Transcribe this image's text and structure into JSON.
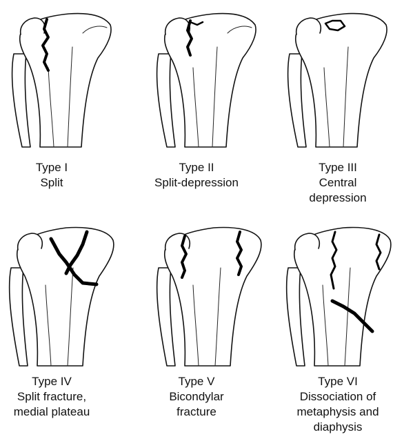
{
  "types": [
    {
      "title": "Type I",
      "lines": [
        "Split"
      ]
    },
    {
      "title": "Type II",
      "lines": [
        "Split-depression"
      ]
    },
    {
      "title": "Type III",
      "lines": [
        "Central",
        "depression"
      ]
    },
    {
      "title": "Type IV",
      "lines": [
        "Split fracture,",
        "medial plateau"
      ]
    },
    {
      "title": "Type V",
      "lines": [
        "Bicondylar",
        "fracture"
      ]
    },
    {
      "title": "Type VI",
      "lines": [
        "Dissociation of",
        "metaphysis and",
        "diaphysis"
      ]
    }
  ]
}
